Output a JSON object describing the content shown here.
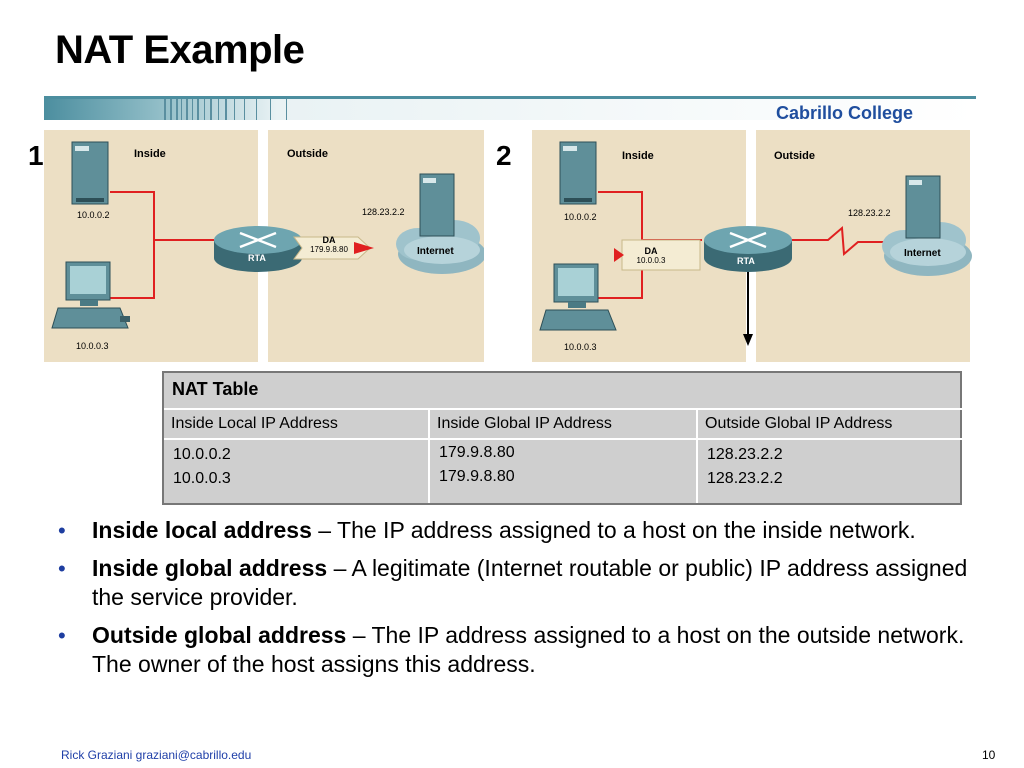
{
  "slide": {
    "title": "NAT Example",
    "brand": "Cabrillo College"
  },
  "diagram1": {
    "number": "1",
    "inside_label": "Inside",
    "outside_label": "Outside",
    "host1_ip": "10.0.0.2",
    "host2_ip": "10.0.0.3",
    "server_ip": "128.23.2.2",
    "router_label": "RTA",
    "internet_label": "Internet",
    "packet_title": "DA",
    "packet_addr": "179.9.8.80"
  },
  "diagram2": {
    "number": "2",
    "inside_label": "Inside",
    "outside_label": "Outside",
    "host1_ip": "10.0.0.2",
    "host2_ip": "10.0.0.3",
    "server_ip": "128.23.2.2",
    "router_label": "RTA",
    "internet_label": "Internet",
    "packet_title": "DA",
    "packet_addr": "10.0.0.3"
  },
  "nat_table": {
    "title": "NAT Table",
    "headers": [
      "Inside Local IP Address",
      "Inside Global IP Address",
      "Outside Global IP Address"
    ],
    "rows": [
      [
        "10.0.0.2",
        "179.9.8.80",
        "128.23.2.2"
      ],
      [
        "10.0.0.3",
        "179.9.8.80",
        "128.23.2.2"
      ]
    ]
  },
  "bullets": [
    {
      "term": "Inside local address",
      "text": " – The IP address assigned to a host on the inside network."
    },
    {
      "term": "Inside global address",
      "text": " – A legitimate (Internet routable or public) IP address assigned the service provider."
    },
    {
      "term": "Outside global address",
      "text": " – The IP address assigned to a host on the outside network. The owner of the host assigns this address."
    }
  ],
  "footer": {
    "author": "Rick Graziani  graziani@cabrillo.edu",
    "page": "10"
  },
  "colors": {
    "panel": "#ecdfc4",
    "link_red": "#e02020",
    "banner": "#4a8fa3",
    "brand": "#1f4e9e"
  }
}
